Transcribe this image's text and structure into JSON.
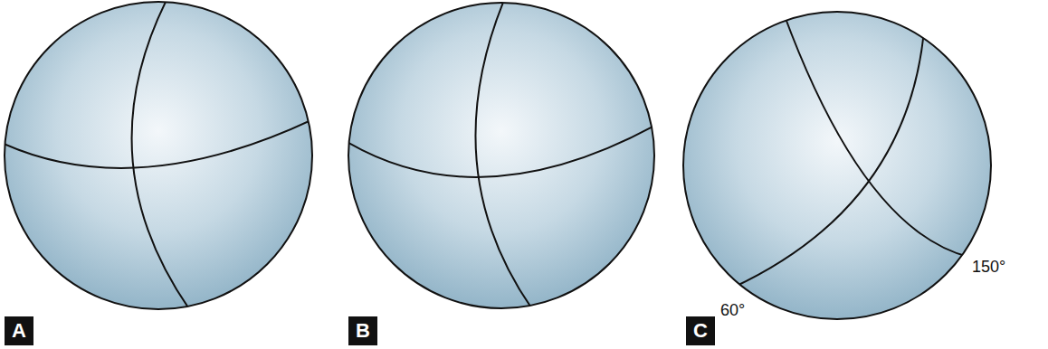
{
  "diagram": {
    "nodes": [
      {
        "text": [
          "A"
        ]
      },
      {
        "text": [
          "B"
        ]
      },
      {
        "text": [
          "C"
        ]
      }
    ],
    "labels": [
      "60°",
      "150°"
    ]
  }
}
